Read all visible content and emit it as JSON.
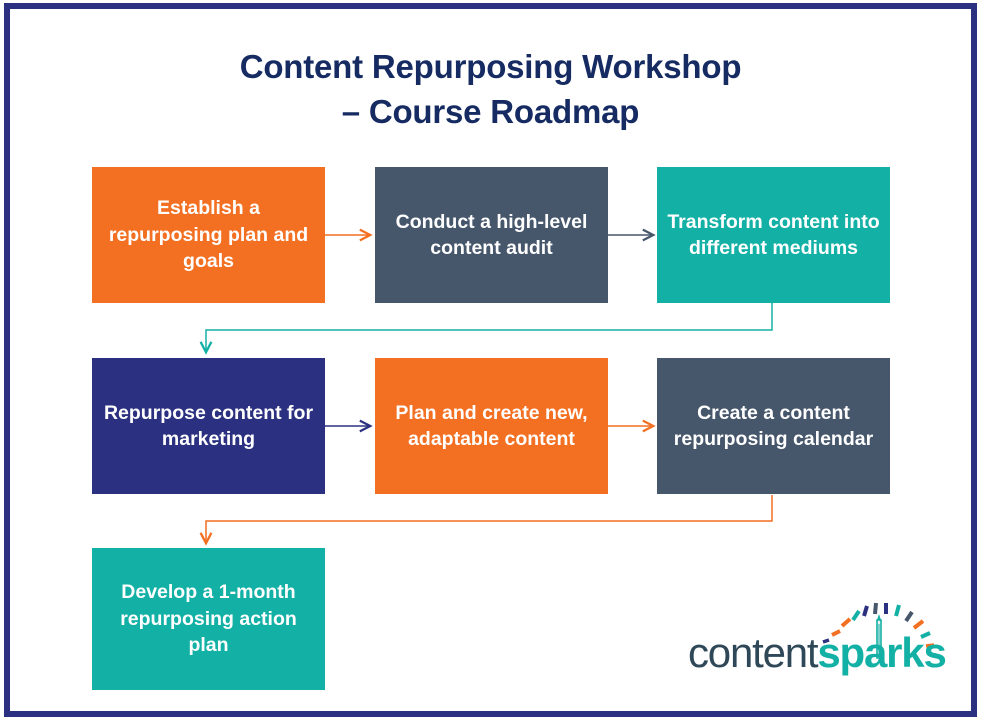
{
  "slide": {
    "title_line1": "Content Repurposing Workshop",
    "title_line2": "– Course Roadmap",
    "border_color": "#2b3180",
    "title_color": "#152b62",
    "background": "#ffffff"
  },
  "palette": {
    "orange": "#f36f21",
    "slate": "#46566b",
    "teal": "#13b0a5",
    "navy": "#2b3180",
    "white": "#ffffff"
  },
  "flow": {
    "nodes": [
      {
        "id": "step-1",
        "label": "Establish a repurposing plan and goals",
        "color": "#f36f21",
        "row": 1,
        "col": 1
      },
      {
        "id": "step-2",
        "label": "Conduct a high-level content audit",
        "color": "#46566b",
        "row": 1,
        "col": 2
      },
      {
        "id": "step-3",
        "label": "Transform content into different mediums",
        "color": "#13b0a5",
        "row": 1,
        "col": 3
      },
      {
        "id": "step-4",
        "label": "Repurpose content for marketing",
        "color": "#2b3180",
        "row": 2,
        "col": 1
      },
      {
        "id": "step-5",
        "label": "Plan and create new, adaptable content",
        "color": "#f36f21",
        "row": 2,
        "col": 2
      },
      {
        "id": "step-6",
        "label": "Create a content repurposing calendar",
        "color": "#46566b",
        "row": 2,
        "col": 3
      },
      {
        "id": "step-7",
        "label": "Develop a 1-month repurposing action plan",
        "color": "#13b0a5",
        "row": 3,
        "col": 1
      }
    ],
    "connectors": [
      {
        "id": "arrow-1-to-2",
        "from": "step-1",
        "to": "step-2",
        "color": "#f36f21",
        "kind": "straight"
      },
      {
        "id": "arrow-2-to-3",
        "from": "step-2",
        "to": "step-3",
        "color": "#46566b",
        "kind": "straight"
      },
      {
        "id": "arrow-3-to-4",
        "from": "step-3",
        "to": "step-4",
        "color": "#13b0a5",
        "kind": "elbow"
      },
      {
        "id": "arrow-4-to-5",
        "from": "step-4",
        "to": "step-5",
        "color": "#2b3180",
        "kind": "straight"
      },
      {
        "id": "arrow-5-to-6",
        "from": "step-5",
        "to": "step-6",
        "color": "#f36f21",
        "kind": "straight"
      },
      {
        "id": "arrow-6-to-7",
        "from": "step-6",
        "to": "step-7",
        "color": "#f36f21",
        "kind": "elbow"
      }
    ]
  },
  "logo": {
    "word_part1": "content",
    "word_part2": "sparks",
    "part1_color": "#2f4858",
    "part2_color": "#13b0a5",
    "spark_colors": [
      "#f36f21",
      "#13b0a5",
      "#2b3180",
      "#46566b"
    ]
  }
}
